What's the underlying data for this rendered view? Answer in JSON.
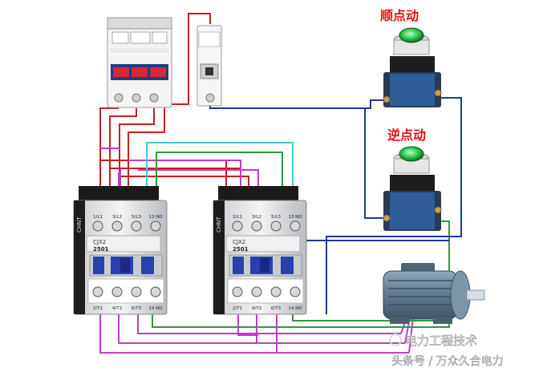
{
  "labels": {
    "forward_jog": "顺点动",
    "reverse_jog": "逆点动"
  },
  "contactor_1": {
    "brand": "CHNT",
    "model": "CJX2",
    "rating": "2501",
    "top_terminals": [
      "1/L1",
      "3/L2",
      "5/L3",
      "13 NO"
    ],
    "bottom_terminals": [
      "2/T1",
      "4/T2",
      "6/T3",
      "14 NO"
    ]
  },
  "contactor_2": {
    "brand": "CHNT",
    "model": "CJX2",
    "rating": "2501",
    "top_terminals": [
      "1/L1",
      "3/L2",
      "5/L3",
      "13 NO"
    ],
    "bottom_terminals": [
      "2/T1",
      "4/T2",
      "6/T3",
      "14 NO"
    ]
  },
  "watermark": {
    "line1": "电力工程技术",
    "line2": "头条号 / 万众久合电力"
  },
  "colors": {
    "wire_red": "#c81e1e",
    "wire_magenta": "#c03cc8",
    "wire_cyan": "#46c8d2",
    "wire_green": "#2f9a3a",
    "wire_blue": "#1e3a9a",
    "label_red": "#e01010",
    "contactor_blue": "#2a3fb0"
  }
}
